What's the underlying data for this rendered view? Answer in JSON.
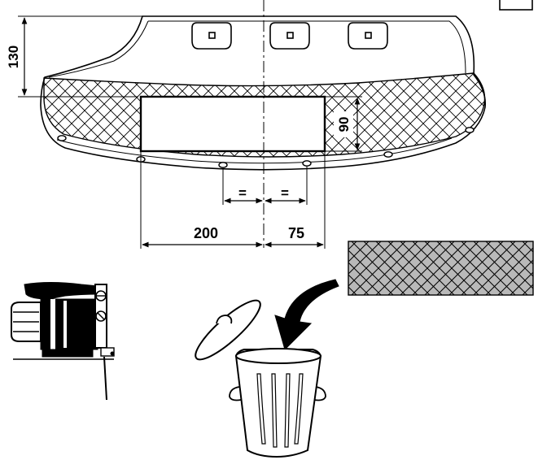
{
  "dimensions": {
    "height_top": "130",
    "cutout_height": "90",
    "left_distance": "200",
    "right_distance": "75",
    "equal_left": "=",
    "equal_right": "="
  },
  "colors": {
    "line": "#000000",
    "hatch_fill": "#b9b9b9",
    "background": "#ffffff"
  },
  "icons": [
    "jigsaw-icon",
    "trash-can-icon",
    "curved-arrow-icon",
    "material-sample-swatch"
  ]
}
